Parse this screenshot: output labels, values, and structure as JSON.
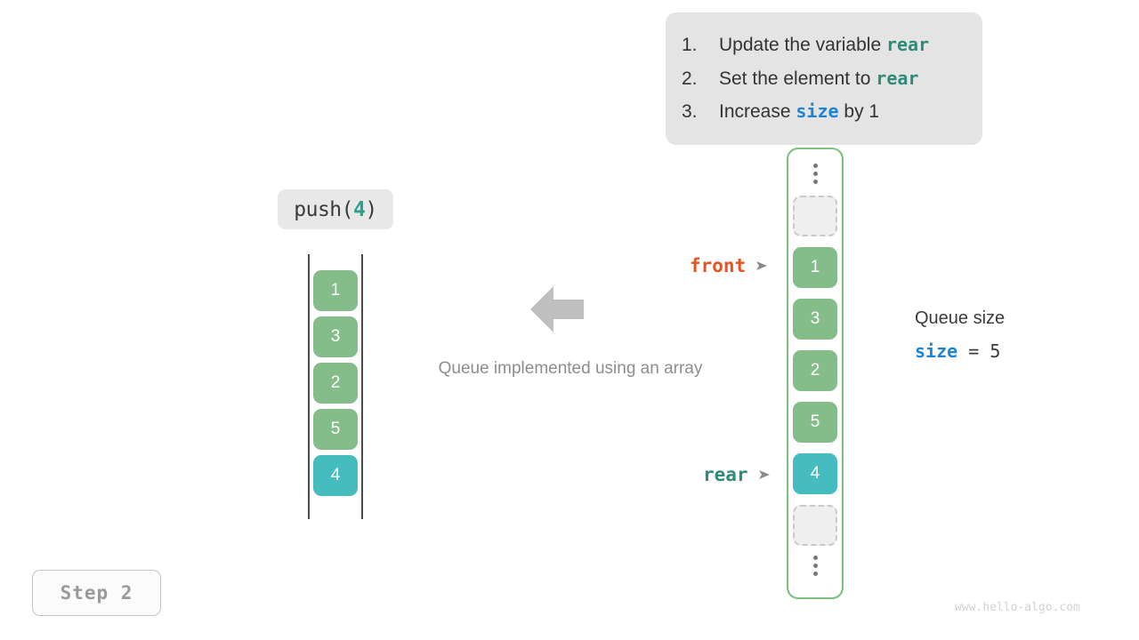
{
  "instructions": {
    "items": [
      {
        "num": "1.",
        "pre": "Update the variable ",
        "keyword": "rear",
        "keyword_color": "teal",
        "post": ""
      },
      {
        "num": "2.",
        "pre": "Set the element to ",
        "keyword": "rear",
        "keyword_color": "teal",
        "post": ""
      },
      {
        "num": "3.",
        "pre": "Increase ",
        "keyword": "size",
        "keyword_color": "blue",
        "post": " by 1"
      }
    ]
  },
  "operation": {
    "name": "push(",
    "arg": "4",
    "close": ")"
  },
  "array_view": {
    "cells": [
      {
        "value": "1",
        "kind": "green"
      },
      {
        "value": "3",
        "kind": "green"
      },
      {
        "value": "2",
        "kind": "green"
      },
      {
        "value": "5",
        "kind": "green"
      },
      {
        "value": "4",
        "kind": "teal"
      }
    ]
  },
  "center": {
    "caption": "Queue implemented using an array",
    "arrow_direction": "left"
  },
  "pointers": {
    "front": {
      "label": "front",
      "color": "#e8541e"
    },
    "rear": {
      "label": "rear",
      "color": "#2e8b78"
    }
  },
  "memory_view": {
    "cells": [
      {
        "value": "",
        "kind": "empty"
      },
      {
        "value": "1",
        "kind": "green"
      },
      {
        "value": "3",
        "kind": "green"
      },
      {
        "value": "2",
        "kind": "green"
      },
      {
        "value": "5",
        "kind": "green"
      },
      {
        "value": "4",
        "kind": "teal"
      },
      {
        "value": "",
        "kind": "empty"
      }
    ]
  },
  "size_readout": {
    "title": "Queue size",
    "var": "size",
    "operator": "=",
    "value": "5"
  },
  "step": {
    "label": "Step 2"
  },
  "watermark": {
    "text": "www.hello-algo.com"
  },
  "colors": {
    "green": "#84bd8a",
    "teal": "#45bcbd",
    "empty_fill": "#efefef",
    "empty_border": "#c9c9c9",
    "container_border": "#7cc07f",
    "front": "#e8541e",
    "rear": "#2e8b78",
    "size_var": "#1f83d4",
    "card_bg": "#e4e4e4",
    "arrow_gray": "#bfbfbf"
  }
}
